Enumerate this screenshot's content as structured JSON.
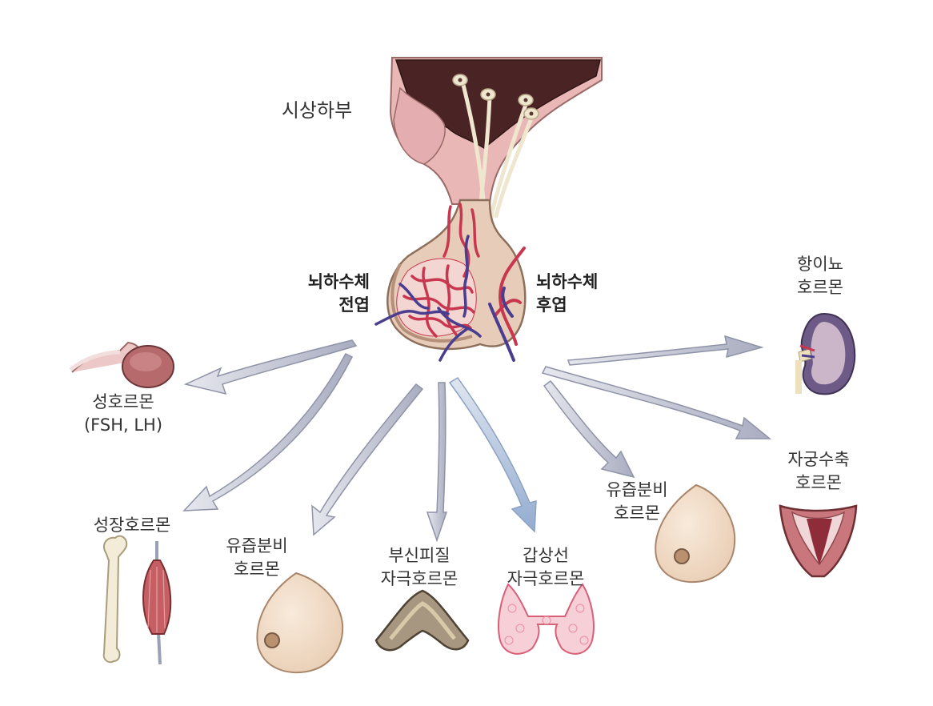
{
  "labels": {
    "hypothalamus": "시상하부",
    "anterior_line1": "뇌하수체",
    "anterior_line2": "전엽",
    "posterior_line1": "뇌하수체",
    "posterior_line2": "후엽",
    "gonad_line1": "성호르몬",
    "gonad_line2": "(FSH, LH)",
    "growth": "성장호르몬",
    "prolactin_line1": "유즙분비",
    "prolactin_line2": "호르몬",
    "acth_line1": "부신피질",
    "acth_line2": "자극호르몬",
    "tsh_line1": "갑상선",
    "tsh_line2": "자극호르몬",
    "oxytocin_milk_line1": "유즙분비",
    "oxytocin_milk_line2": "호르몬",
    "adh_line1": "항이뇨",
    "adh_line2": "호르몬",
    "uterus_line1": "자궁수축",
    "uterus_line2": "호르몬"
  },
  "colors": {
    "arrow": "#b9bccd",
    "arrow_edge": "#8f93a8",
    "arrow_tsh": "#a9bfda",
    "artery": "#c8374f",
    "vein": "#4a3d8f",
    "tissue": "#e8b4b4",
    "brain_dark": "#4a2424",
    "gland": "#e7c9b9",
    "breast": "#f2dcc7"
  }
}
